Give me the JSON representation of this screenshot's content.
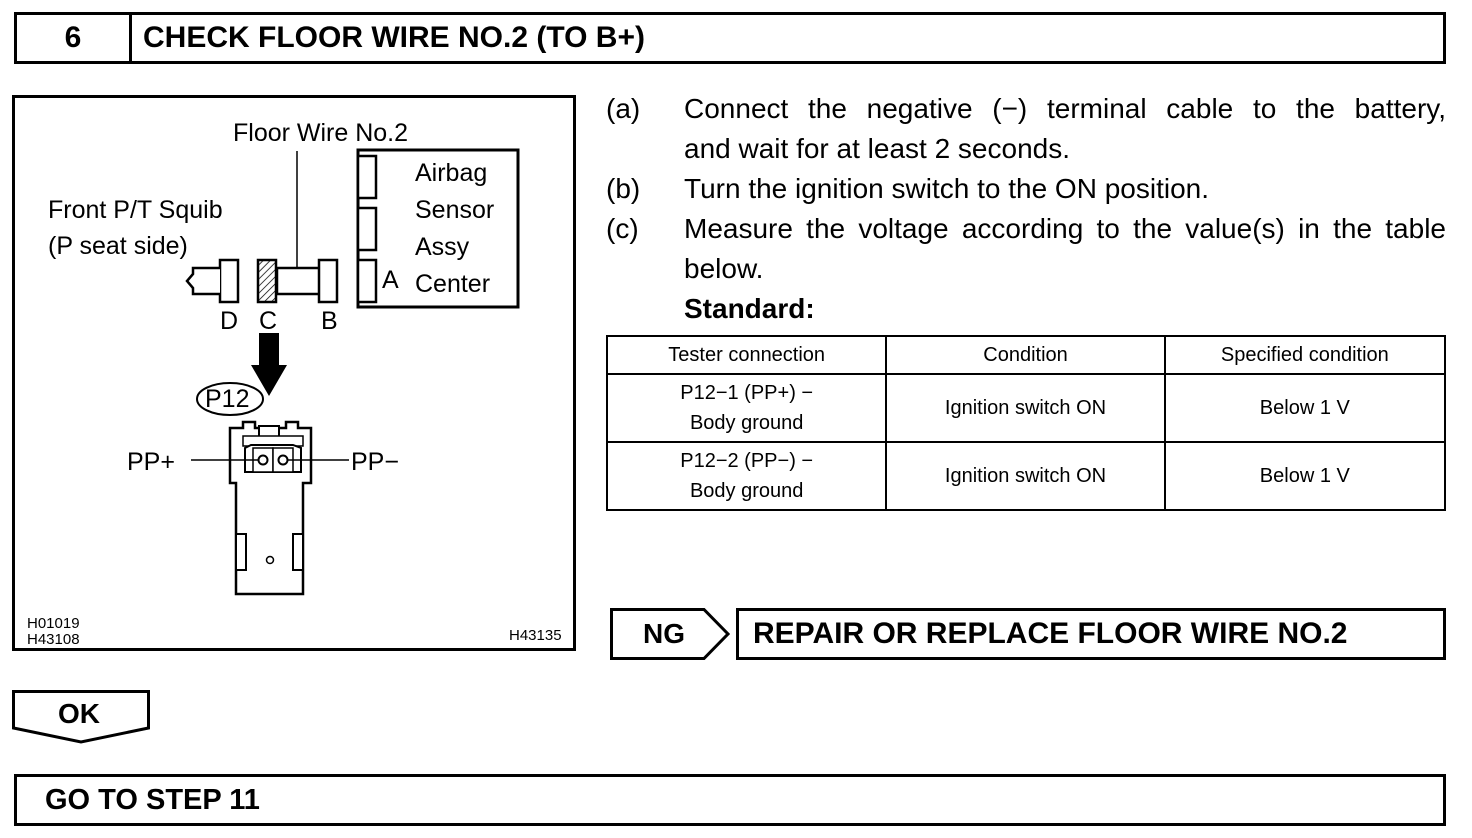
{
  "header": {
    "step_number": "6",
    "title": "CHECK FLOOR WIRE NO.2 (TO B+)"
  },
  "figure": {
    "floor_wire_label": "Floor Wire No.2",
    "airbag_label_lines": [
      "Airbag",
      "Sensor",
      "Assy",
      "Center"
    ],
    "squib_label_lines": [
      "Front P/T Squib",
      "(P seat side)"
    ],
    "connector_letters": {
      "a": "A",
      "b": "B",
      "c": "C",
      "d": "D"
    },
    "connector_id": "P12",
    "pin_plus": "PP+",
    "pin_minus": "PP−",
    "figure_codes_left": [
      "H01019",
      "H43108"
    ],
    "figure_code_right": "H43135"
  },
  "steps": [
    {
      "letter": "(a)",
      "lines": [
        "Connect the negative (−) terminal cable to the battery,",
        "and wait for at least 2 seconds."
      ]
    },
    {
      "letter": "(b)",
      "lines": [
        "Turn the ignition switch to the ON position."
      ]
    },
    {
      "letter": "(c)",
      "lines": [
        "Measure the voltage according to the value(s) in the table",
        "below."
      ]
    }
  ],
  "standard_label": "Standard:",
  "table": {
    "headers": [
      "Tester connection",
      "Condition",
      "Specified condition"
    ],
    "rows": [
      {
        "connection_lines": [
          "P12−1 (PP+) −",
          "Body ground"
        ],
        "condition": "Ignition switch ON",
        "specified": "Below 1 V"
      },
      {
        "connection_lines": [
          "P12−2 (PP−) −",
          "Body ground"
        ],
        "condition": "Ignition switch ON",
        "specified": "Below 1 V"
      }
    ]
  },
  "ng": {
    "label": "NG",
    "action": "REPAIR OR REPLACE FLOOR WIRE NO.2"
  },
  "ok": {
    "label": "OK"
  },
  "goto": {
    "text": "GO TO STEP 11"
  }
}
